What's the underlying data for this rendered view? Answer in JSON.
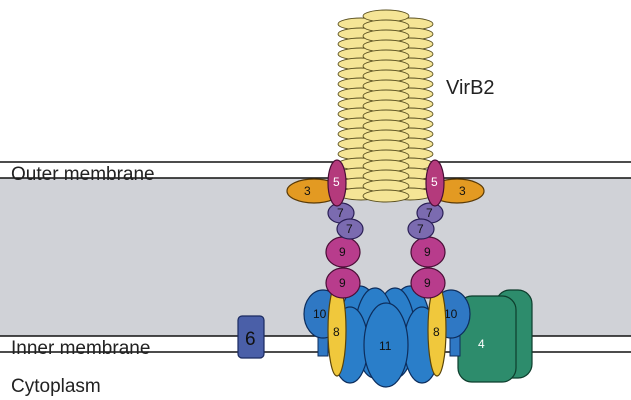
{
  "labels": {
    "outer_membrane": "Outer membrane",
    "inner_membrane": "Inner membrane",
    "cytoplasm": "Cytoplasm",
    "pilus": "VirB2"
  },
  "subunits": {
    "virb3": "3",
    "virb4": "4",
    "virb5": "5",
    "virb6": "6",
    "virb7": "7",
    "virb8": "8",
    "virb9": "9",
    "virb10": "10",
    "virb11": "11"
  },
  "colors": {
    "periplasm": "#d0d2d7",
    "virb2": "#f5e596",
    "virb3": "#e39a22",
    "virb4": "#2d8c6c",
    "virb5": "#b43a7c",
    "virb6": "#4a5fa8",
    "virb7": "#7b6bb0",
    "virb8": "#f0c83c",
    "virb9": "#b83c8c",
    "virb10": "#2f78c4",
    "virb11": "#2a7ec9"
  }
}
